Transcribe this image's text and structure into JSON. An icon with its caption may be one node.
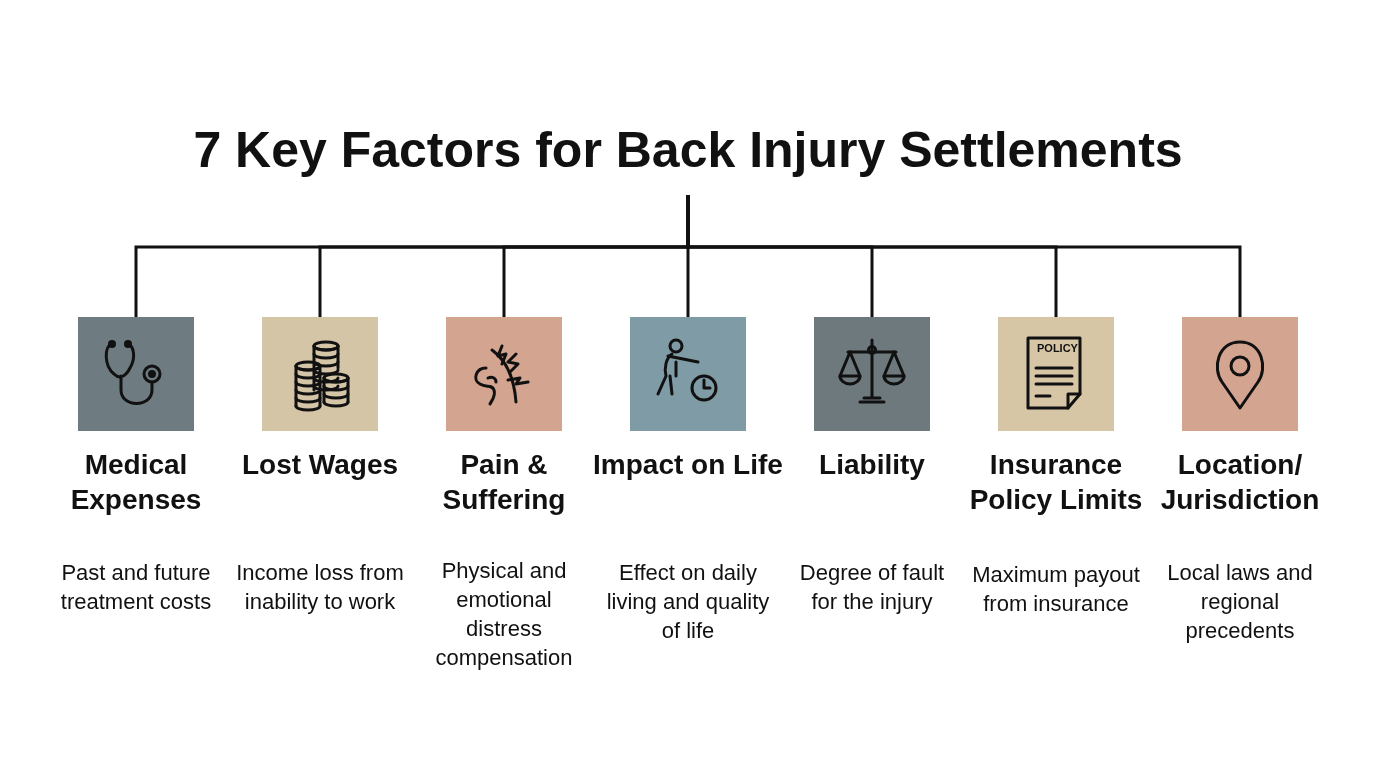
{
  "diagram": {
    "nodes": [
      {
        "text": [
          "7 Key Factors for Back Injury Settlements"
        ]
      },
      {
        "text": [
          "Medical Expenses",
          "Past and future treatment costs"
        ]
      },
      {
        "text": [
          "Lost Wages",
          "Income loss from inability to work"
        ]
      },
      {
        "text": [
          "Pain & Suffering",
          "Physical and emotional distress compensation"
        ]
      },
      {
        "text": [
          "Impact on Life",
          "Effect on daily living and quality of life"
        ]
      },
      {
        "text": [
          "Liability",
          "Degree of fault for the injury"
        ]
      },
      {
        "text": [
          "Insurance Policy Limits",
          "Maximum payout from insurance"
        ]
      },
      {
        "text": [
          "Location/ Jurisdiction",
          "Local laws and regional precedents"
        ]
      }
    ],
    "edges": [
      {
        "from": 0,
        "to": 1,
        "arrow": "none"
      },
      {
        "from": 0,
        "to": 2,
        "arrow": "none"
      },
      {
        "from": 0,
        "to": 3,
        "arrow": "none"
      },
      {
        "from": 0,
        "to": 4,
        "arrow": "none"
      },
      {
        "from": 0,
        "to": 5,
        "arrow": "none"
      },
      {
        "from": 0,
        "to": 6,
        "arrow": "none"
      },
      {
        "from": 0,
        "to": 7,
        "arrow": "none"
      }
    ],
    "labels": [
      "POLICY"
    ]
  }
}
